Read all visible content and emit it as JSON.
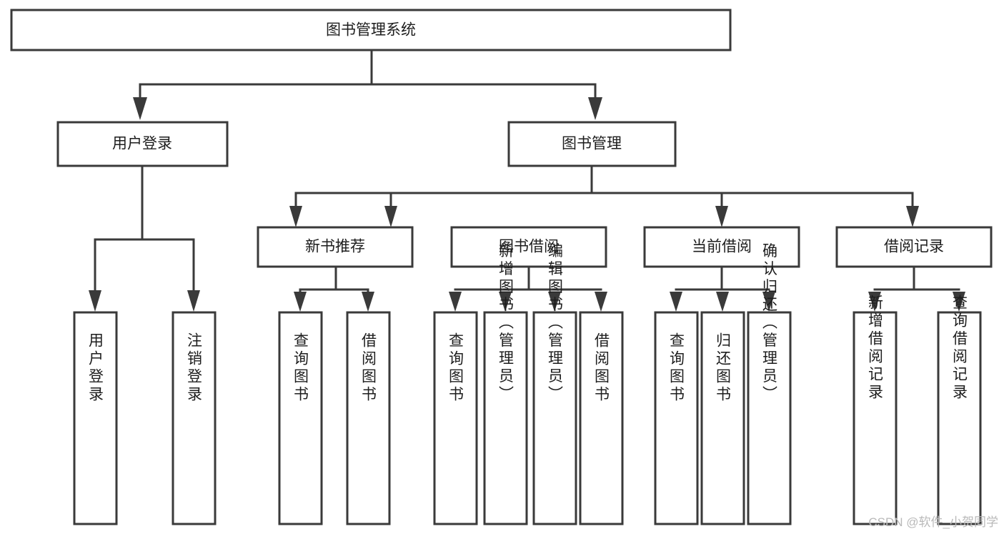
{
  "diagram": {
    "title": "图书管理系统",
    "type": "tree-hierarchy-diagram",
    "root": {
      "label": "图书管理系统"
    },
    "level1": [
      {
        "label": "用户登录"
      },
      {
        "label": "图书管理"
      }
    ],
    "user_login_leaves": [
      {
        "label": "用户登录"
      },
      {
        "label": "注销登录"
      }
    ],
    "level2": [
      {
        "label": "新书推荐"
      },
      {
        "label": "图书借阅"
      },
      {
        "label": "当前借阅"
      },
      {
        "label": "借阅记录"
      }
    ],
    "new_book_leaves": [
      {
        "label": "查询图书"
      },
      {
        "label": "借阅图书"
      }
    ],
    "borrow_leaves": [
      {
        "label": "查询图书"
      },
      {
        "label": "新增图书（管理员）"
      },
      {
        "label": "编辑图书（管理员）"
      },
      {
        "label": "借阅图书"
      }
    ],
    "current_borrow_leaves": [
      {
        "label": "查询图书"
      },
      {
        "label": "归还图书"
      },
      {
        "label": "确认归还（管理员）"
      }
    ],
    "record_leaves": [
      {
        "label": "新增借阅记录"
      },
      {
        "label": "查询借阅记录"
      }
    ]
  },
  "watermark": {
    "text": "CSDN @软件_小贺同学"
  },
  "colors": {
    "stroke": "#3a3a3a",
    "fill": "#ffffff",
    "text": "#1d1d1d",
    "watermark": "#b9b9b9"
  }
}
